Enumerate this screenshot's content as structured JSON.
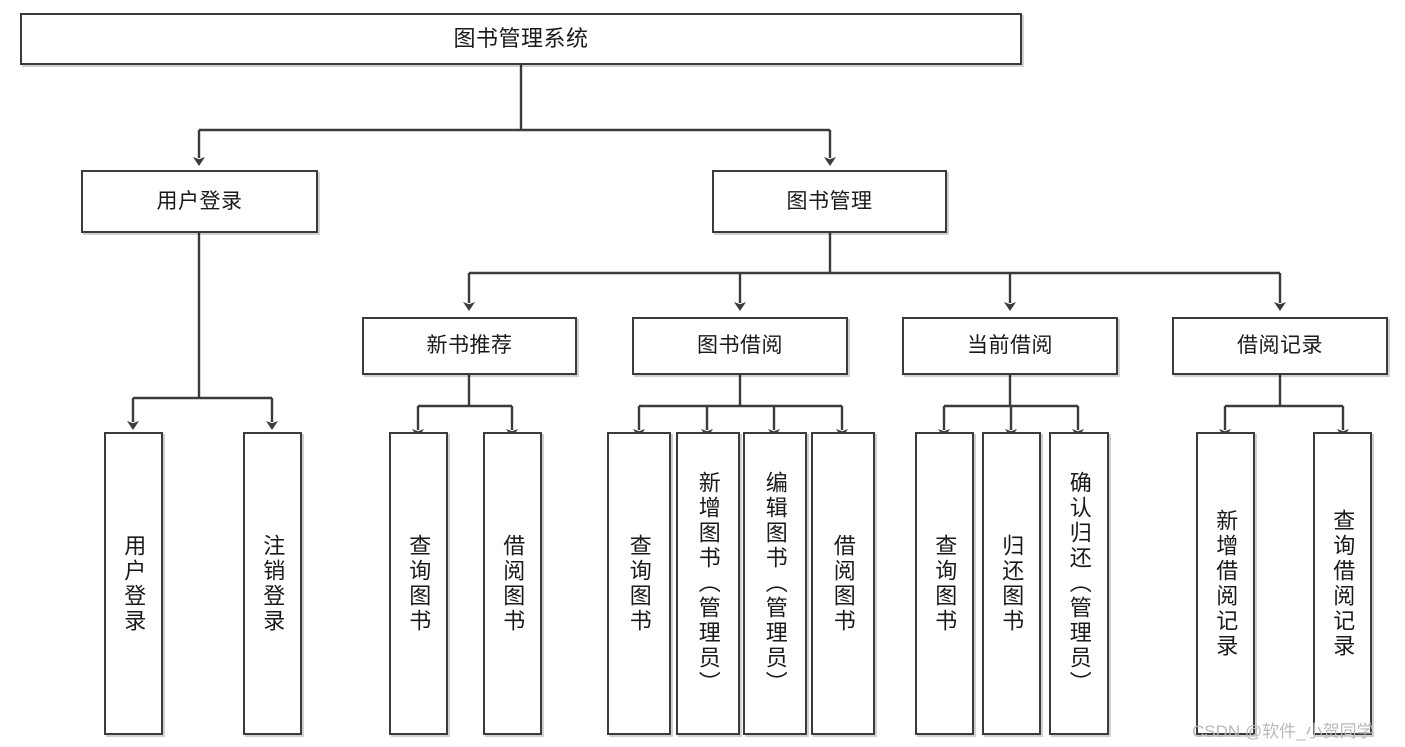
{
  "diagram": {
    "type": "tree-hierarchy",
    "title": "图书管理系统",
    "watermark": "CSDN @软件_小贺同学",
    "colors": {
      "border": "#3b3b3b",
      "background": "#ffffff",
      "text": "#1a1a1a",
      "connector": "#3b3b3b",
      "watermark": "#b9b9b9"
    },
    "levels": {
      "root": {
        "label": "图书管理系统"
      },
      "level1": [
        {
          "label": "用户登录"
        },
        {
          "label": "图书管理"
        }
      ],
      "level2": [
        {
          "label": "新书推荐"
        },
        {
          "label": "图书借阅"
        },
        {
          "label": "当前借阅"
        },
        {
          "label": "借阅记录"
        }
      ],
      "leaves": {
        "user_login": [
          {
            "label": "用户登录"
          },
          {
            "label": "注销登录"
          }
        ],
        "new_book_recommend": [
          {
            "label": "查询图书"
          },
          {
            "label": "借阅图书"
          }
        ],
        "book_borrow": [
          {
            "label": "查询图书"
          },
          {
            "label": "新增图书（管理员）"
          },
          {
            "label": "编辑图书（管理员）"
          },
          {
            "label": "借阅图书"
          }
        ],
        "current_borrow": [
          {
            "label": "查询图书"
          },
          {
            "label": "归还图书"
          },
          {
            "label": "确认归还（管理员）"
          }
        ],
        "borrow_records": [
          {
            "label": "新增借阅记录"
          },
          {
            "label": "查询借阅记录"
          }
        ]
      }
    }
  }
}
